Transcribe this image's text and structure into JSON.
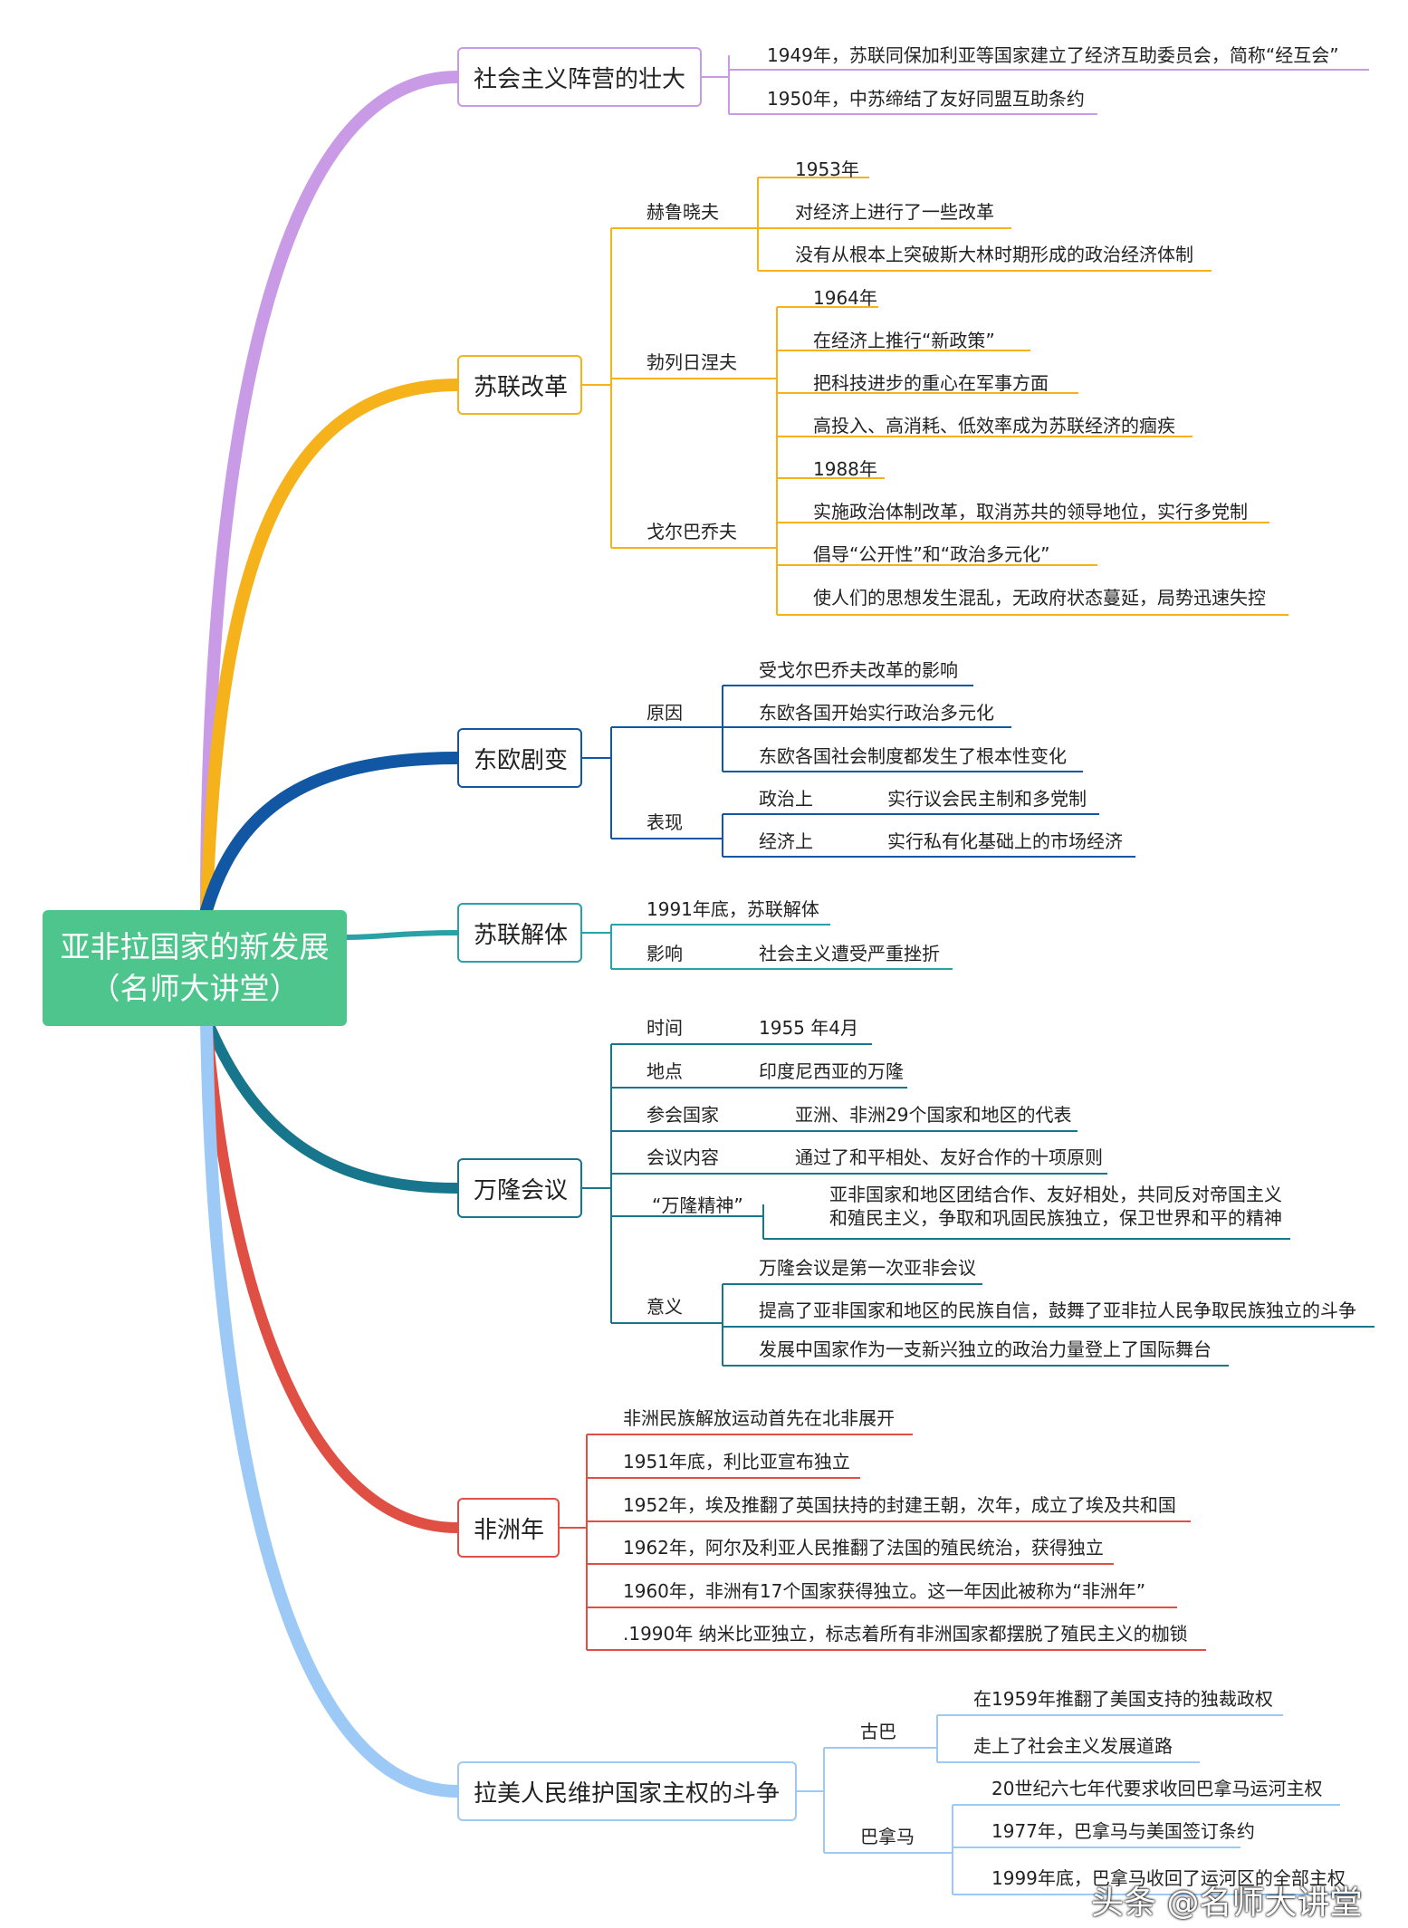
{
  "colors": {
    "root": "#4ec58c",
    "socialist_camp": "#c99be6",
    "soviet_reform": "#f5b21b",
    "eastern_europe": "#1257a3",
    "ussr_collapse": "#2aa1a7",
    "bandung": "#17758c",
    "africa_year": "#e04f44",
    "latin_america": "#9cc9f5"
  },
  "root": {
    "line1": "亚非拉国家的新发展",
    "line2": "（名师大讲堂）"
  },
  "branches": {
    "socialist_camp": {
      "title": "社会主义阵营的壮大",
      "items": [
        "1949年，苏联同保加利亚等国家建立了经济互助委员会，简称“经互会”",
        "1950年，中苏缔结了友好同盟互助条约"
      ]
    },
    "soviet_reform": {
      "title": "苏联改革",
      "groups": [
        {
          "label": "赫鲁晓夫",
          "items": [
            "1953年",
            "对经济上进行了一些改革",
            "没有从根本上突破斯大林时期形成的政治经济体制"
          ]
        },
        {
          "label": "勃列日涅夫",
          "items": [
            "1964年",
            "在经济上推行“新政策”",
            "把科技进步的重心在军事方面",
            "高投入、高消耗、低效率成为苏联经济的痼疾"
          ]
        },
        {
          "label": "戈尔巴乔夫",
          "items": [
            "1988年",
            "实施政治体制改革，取消苏共的领导地位，实行多党制",
            "倡导“公开性”和“政治多元化”",
            "使人们的思想发生混乱，无政府状态蔓延，局势迅速失控"
          ]
        }
      ]
    },
    "eastern_europe": {
      "title": "东欧剧变",
      "cause_label": "原因",
      "causes": [
        "受戈尔巴乔夫改革的影响",
        "东欧各国开始实行政治多元化",
        "东欧各国社会制度都发生了根本性变化"
      ],
      "manifest_label": "表现",
      "manifest": [
        {
          "label": "政治上",
          "value": "实行议会民主制和多党制"
        },
        {
          "label": "经济上",
          "value": "实行私有化基础上的市场经济"
        }
      ]
    },
    "ussr_collapse": {
      "title": "苏联解体",
      "item1": "1991年底，苏联解体",
      "impact_label": "影响",
      "impact_value": "社会主义遭受严重挫折"
    },
    "bandung": {
      "title": "万隆会议",
      "rows": [
        {
          "label": "时间",
          "value": "1955  年4月"
        },
        {
          "label": "地点",
          "value": "印度尼西亚的万隆"
        },
        {
          "label": "参会国家",
          "value": "亚洲、非洲29个国家和地区的代表"
        },
        {
          "label": "会议内容",
          "value": "通过了和平相处、友好合作的十项原则"
        }
      ],
      "spirit_label": "“万隆精神”",
      "spirit_line1": "亚非国家和地区团结合作、友好相处，共同反对帝国主义",
      "spirit_line2": "和殖民主义，争取和巩固民族独立，保卫世界和平的精神",
      "meaning_label": "意义",
      "meaning": [
        "万隆会议是第一次亚非会议",
        "提高了亚非国家和地区的民族自信，鼓舞了亚非拉人民争取民族独立的斗争",
        "发展中国家作为一支新兴独立的政治力量登上了国际舞台"
      ]
    },
    "africa_year": {
      "title": "非洲年",
      "items": [
        "非洲民族解放运动首先在北非展开",
        "1951年底，利比亚宣布独立",
        "1952年，埃及推翻了英国扶持的封建王朝，次年，成立了埃及共和国",
        "1962年，阿尔及利亚人民推翻了法国的殖民统治，获得独立",
        "1960年，非洲有17个国家获得独立。这一年因此被称为“非洲年”",
        ".1990年  纳米比亚独立，标志着所有非洲国家都摆脱了殖民主义的枷锁"
      ]
    },
    "latin_america": {
      "title": "拉美人民维护国家主权的斗争",
      "cuba_label": "古巴",
      "cuba": [
        "在1959年推翻了美国支持的独裁政权",
        "走上了社会主义发展道路"
      ],
      "panama_label": "巴拿马",
      "panama": [
        "20世纪六七年代要求收回巴拿马运河主权",
        "1977年，巴拿马与美国签订条约",
        "1999年底，巴拿马收回了运河区的全部主权"
      ]
    }
  },
  "watermark": "头条 @名师大讲堂"
}
